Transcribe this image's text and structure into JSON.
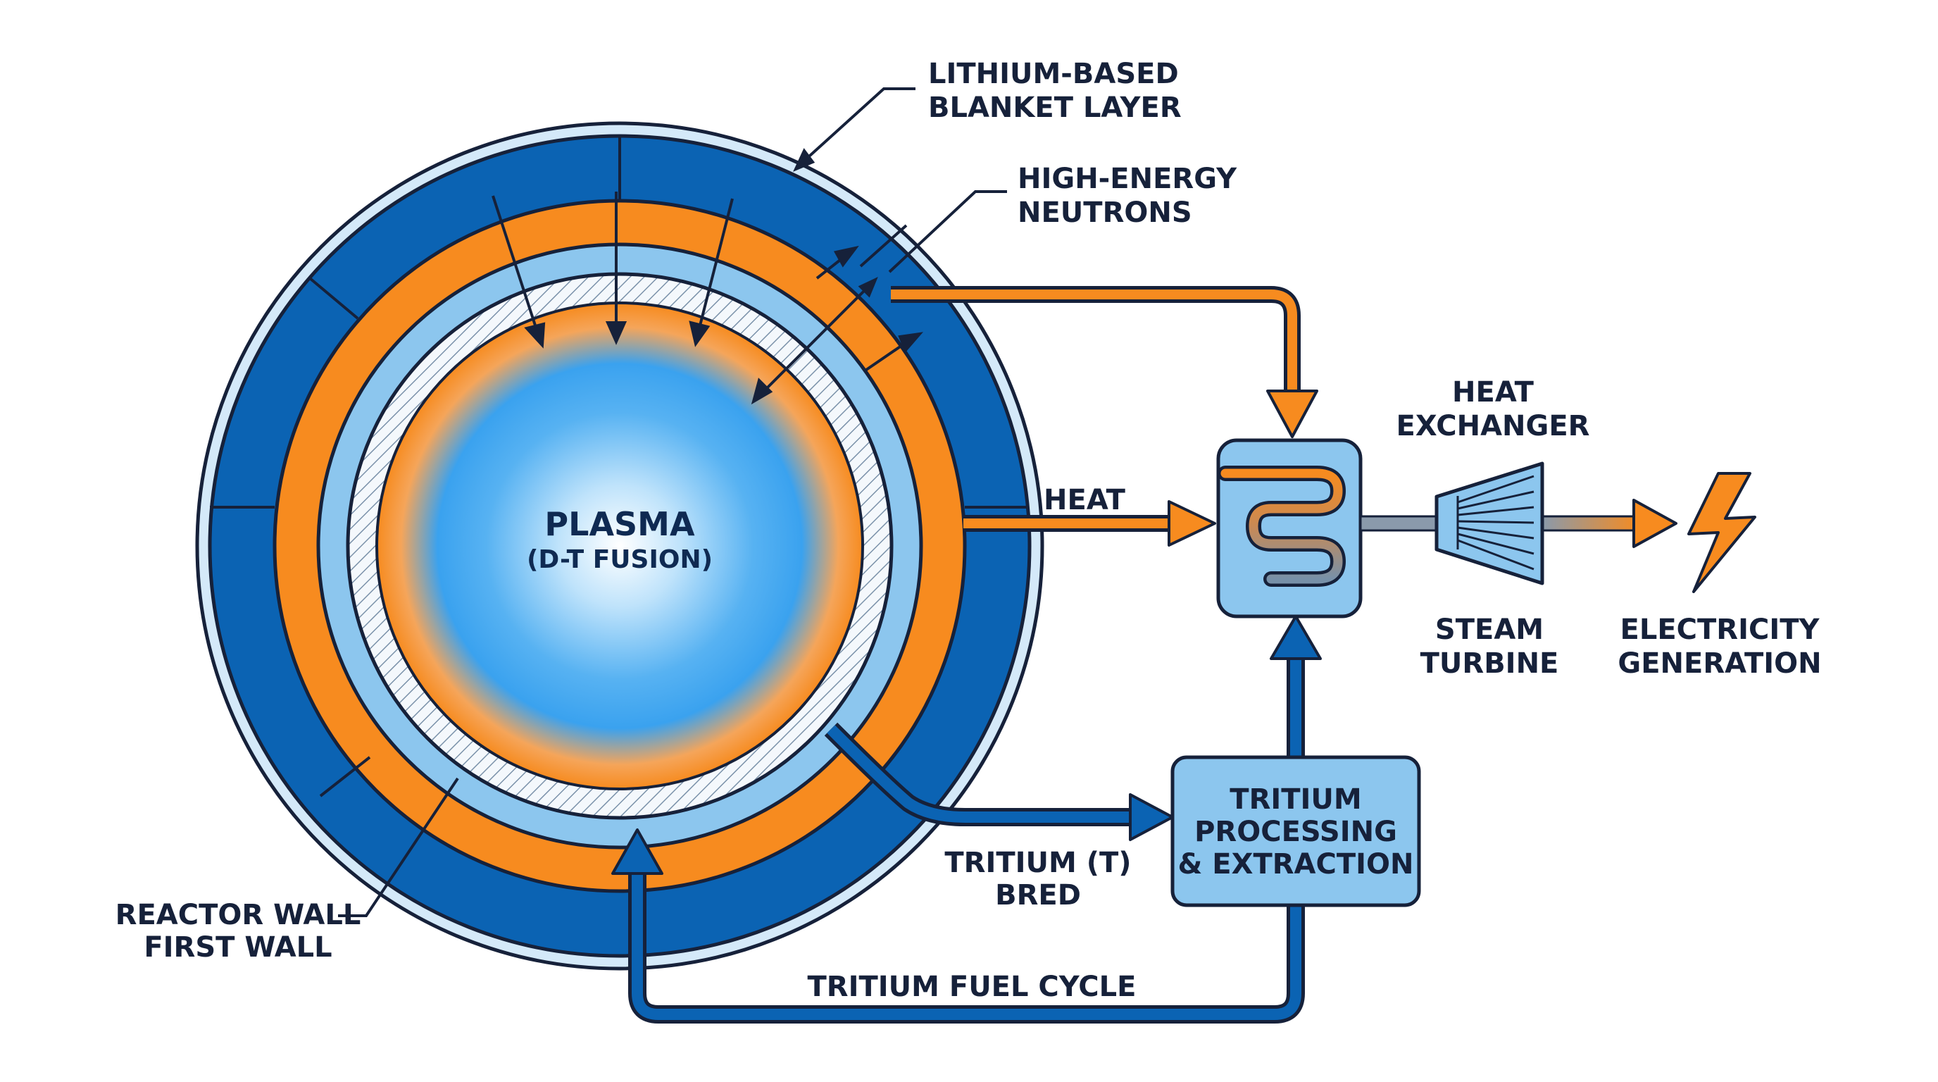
{
  "labels": {
    "lithium_1": "LITHIUM-BASED",
    "lithium_2": "BLANKET LAYER",
    "neutrons_1": "HIGH-ENERGY",
    "neutrons_2": "NEUTRONS",
    "heat": "HEAT",
    "heat_exchanger_1": "HEAT",
    "heat_exchanger_2": "EXCHANGER",
    "plasma": "PLASMA",
    "plasma_sub": "(D-T FUSION)",
    "steam_turbine_1": "STEAM",
    "steam_turbine_2": "TURBINE",
    "electricity_1": "ELECTRICITY",
    "electricity_2": "GENERATION",
    "tritium_processing_1": "TRITIUM",
    "tritium_processing_2": "PROCESSING",
    "tritium_processing_3": "& EXTRACTION",
    "tritium_bred_1": "TRITIUM (T)",
    "tritium_bred_2": "BRED",
    "reactor_wall_1": "REACTOR WALL",
    "reactor_wall_2": "FIRST WALL",
    "fuel_cycle": "TRITIUM FUEL CYCLE"
  },
  "colors": {
    "dark_blue": "#0b63b3",
    "light_blue": "#8cc6ee",
    "pale_blue": "#cfe6f8",
    "orange": "#f78b1f",
    "outline": "#16213a"
  }
}
